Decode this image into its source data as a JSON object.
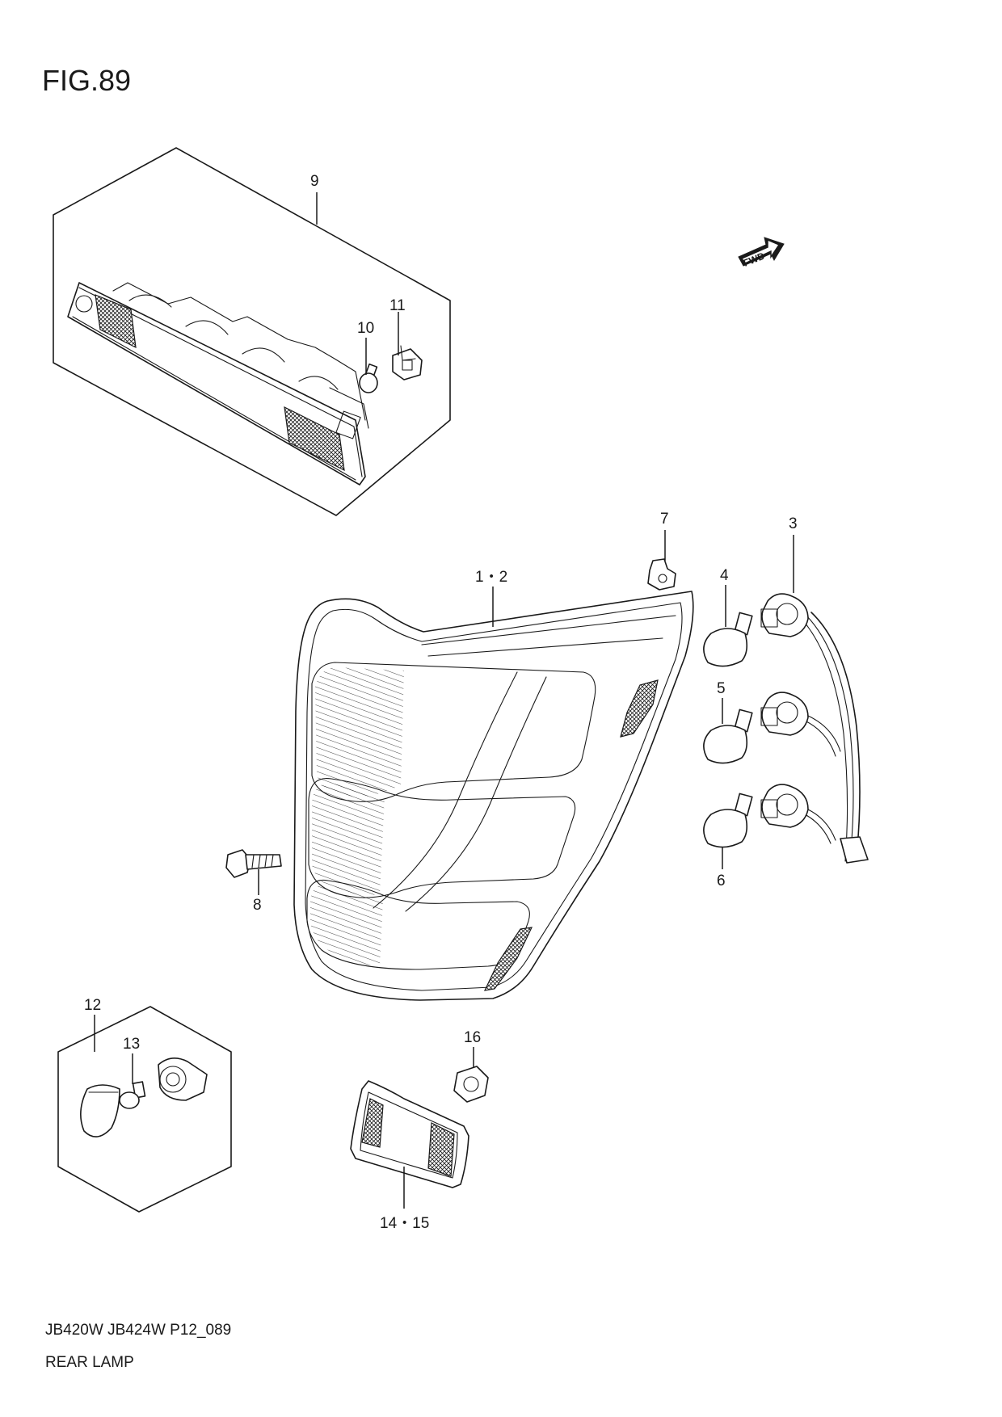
{
  "figure": {
    "title": "FIG.89",
    "model_code": "JB420W JB424W P12_089",
    "section_name": "REAR LAMP",
    "direction_marker": "FWD"
  },
  "callouts": [
    {
      "id": "9",
      "label": "9"
    },
    {
      "id": "10",
      "label": "10"
    },
    {
      "id": "11",
      "label": "11"
    },
    {
      "id": "7",
      "label": "7"
    },
    {
      "id": "3",
      "label": "3"
    },
    {
      "id": "1-2",
      "label": "1・2"
    },
    {
      "id": "4",
      "label": "4"
    },
    {
      "id": "5",
      "label": "5"
    },
    {
      "id": "6",
      "label": "6"
    },
    {
      "id": "8",
      "label": "8"
    },
    {
      "id": "12",
      "label": "12"
    },
    {
      "id": "13",
      "label": "13"
    },
    {
      "id": "16",
      "label": "16"
    },
    {
      "id": "14-15",
      "label": "14・15"
    }
  ],
  "colors": {
    "line": "#1a1a1a",
    "background": "#ffffff"
  }
}
